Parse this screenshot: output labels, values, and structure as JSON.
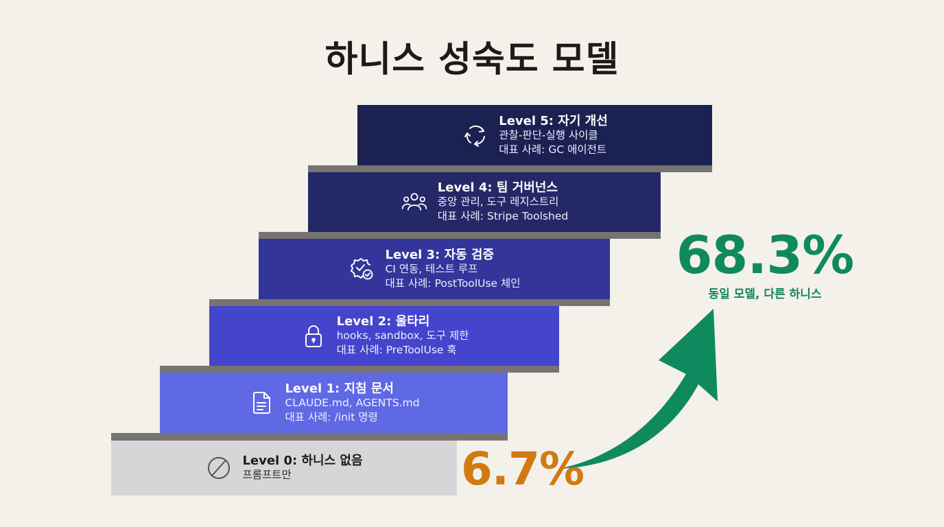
{
  "title": "하니스 성숙도 모델",
  "colors": {
    "background": "#f4f1ea",
    "ledge": "#767370",
    "level5": "#1b2150",
    "level4": "#252866",
    "level3": "#33359a",
    "level2": "#4444cc",
    "level1": "#6069e4",
    "level0": "#d6d6d8",
    "green": "#0f8a5f",
    "orange": "#d27a12"
  },
  "levels": [
    {
      "id": 0,
      "icon": "prohibited-icon",
      "title": "Level 0: 하니스 없음",
      "lines": [
        "프롬프트만"
      ]
    },
    {
      "id": 1,
      "icon": "document-icon",
      "title": "Level 1: 지침 문서",
      "lines": [
        "CLAUDE.md, AGENTS.md",
        "대표 사례: /init 명령"
      ]
    },
    {
      "id": 2,
      "icon": "lock-icon",
      "title": "Level 2: 울타리",
      "lines": [
        "hooks, sandbox, 도구 제한",
        "대표 사례: PreToolUse 훅"
      ]
    },
    {
      "id": 3,
      "icon": "gear-check-icon",
      "title": "Level 3: 자동 검증",
      "lines": [
        "CI 연동, 테스트 루프",
        "대표 사례: PostToolUse 체인"
      ]
    },
    {
      "id": 4,
      "icon": "team-icon",
      "title": "Level 4: 팀 거버넌스",
      "lines": [
        "중앙 관리, 도구 레지스트리",
        "대표 사례: Stripe Toolshed"
      ]
    },
    {
      "id": 5,
      "icon": "cycle-icon",
      "title": "Level 5: 자기 개선",
      "lines": [
        "관찰-판단-실행 사이클",
        "대표 사례: GC 에이전트"
      ]
    }
  ],
  "stats": {
    "start_value": "6.7%",
    "end_value": "68.3%",
    "end_caption": "동일 모델, 다른 하니스"
  }
}
